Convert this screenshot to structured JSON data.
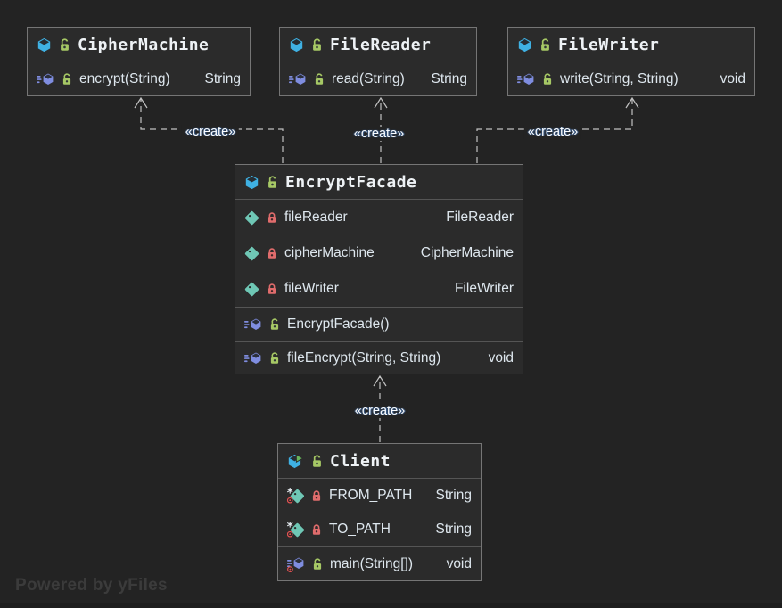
{
  "watermark": "Powered by yFiles",
  "colors": {
    "canvas": "#232323",
    "node_bg": "#2b2b2b",
    "node_border": "#757575",
    "class_icon_blue": "#3fb1e3",
    "method_icon_purple": "#7f8de0",
    "field_icon_teal": "#6fc7b5",
    "lock_public_green": "#a6c865",
    "lock_private_red": "#e06c6c",
    "run_triangle_green": "#68b75c",
    "static_badge_red": "#e05252",
    "edge_gray": "#c2c2c2",
    "text": "#dee7ee"
  },
  "classes": [
    {
      "title": "CipherMachine",
      "members": [
        {
          "kind": "method",
          "visibility": "public",
          "name": "encrypt(String)",
          "type": "String"
        }
      ]
    },
    {
      "title": "FileReader",
      "members": [
        {
          "kind": "method",
          "visibility": "public",
          "name": "read(String)",
          "type": "String"
        }
      ]
    },
    {
      "title": "FileWriter",
      "members": [
        {
          "kind": "method",
          "visibility": "public",
          "name": "write(String, String)",
          "type": "void"
        }
      ]
    },
    {
      "title": "EncryptFacade",
      "fields": [
        {
          "visibility": "private",
          "name": "fileReader",
          "type": "FileReader"
        },
        {
          "visibility": "private",
          "name": "cipherMachine",
          "type": "CipherMachine"
        },
        {
          "visibility": "private",
          "name": "fileWriter",
          "type": "FileWriter"
        }
      ],
      "methods": [
        {
          "visibility": "public",
          "name": "EncryptFacade()",
          "type": ""
        },
        {
          "visibility": "public",
          "name": "fileEncrypt(String, String)",
          "type": "void"
        }
      ]
    },
    {
      "title": "Client",
      "runnable": true,
      "fields": [
        {
          "visibility": "private",
          "static": true,
          "name": "FROM_PATH",
          "type": "String"
        },
        {
          "visibility": "private",
          "static": true,
          "name": "TO_PATH",
          "type": "String"
        }
      ],
      "methods": [
        {
          "visibility": "public",
          "static": true,
          "name": "main(String[])",
          "type": "void"
        }
      ]
    }
  ],
  "edges": [
    {
      "label": "«create»",
      "from": "EncryptFacade",
      "to": "CipherMachine"
    },
    {
      "label": "«create»",
      "from": "EncryptFacade",
      "to": "FileReader"
    },
    {
      "label": "«create»",
      "from": "EncryptFacade",
      "to": "FileWriter"
    },
    {
      "label": "«create»",
      "from": "Client",
      "to": "EncryptFacade"
    }
  ]
}
